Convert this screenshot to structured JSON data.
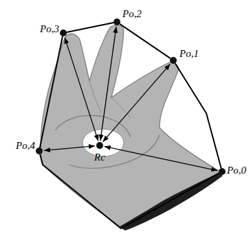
{
  "diagram": {
    "nodes": [
      {
        "text": [
          "Po,3"
        ]
      },
      {
        "text": [
          "Po,2"
        ]
      },
      {
        "text": [
          "Po,1"
        ]
      },
      {
        "text": [
          "Po,4"
        ]
      },
      {
        "text": [
          "Rc"
        ]
      },
      {
        "text": [
          "Po,0"
        ]
      }
    ],
    "edges": [
      {
        "from": 0,
        "to": 1,
        "arrow": "none"
      },
      {
        "from": 1,
        "to": 2,
        "arrow": "none"
      },
      {
        "from": 2,
        "to": 5,
        "arrow": "none"
      },
      {
        "from": 0,
        "to": 3,
        "arrow": "none"
      },
      {
        "from": 3,
        "to": 5,
        "arrow": "none"
      },
      {
        "from": 4,
        "to": 0,
        "arrow": "both"
      },
      {
        "from": 4,
        "to": 1,
        "arrow": "both"
      },
      {
        "from": 4,
        "to": 2,
        "arrow": "both"
      },
      {
        "from": 4,
        "to": 3,
        "arrow": "both"
      },
      {
        "from": 4,
        "to": 5,
        "arrow": "both"
      }
    ]
  }
}
